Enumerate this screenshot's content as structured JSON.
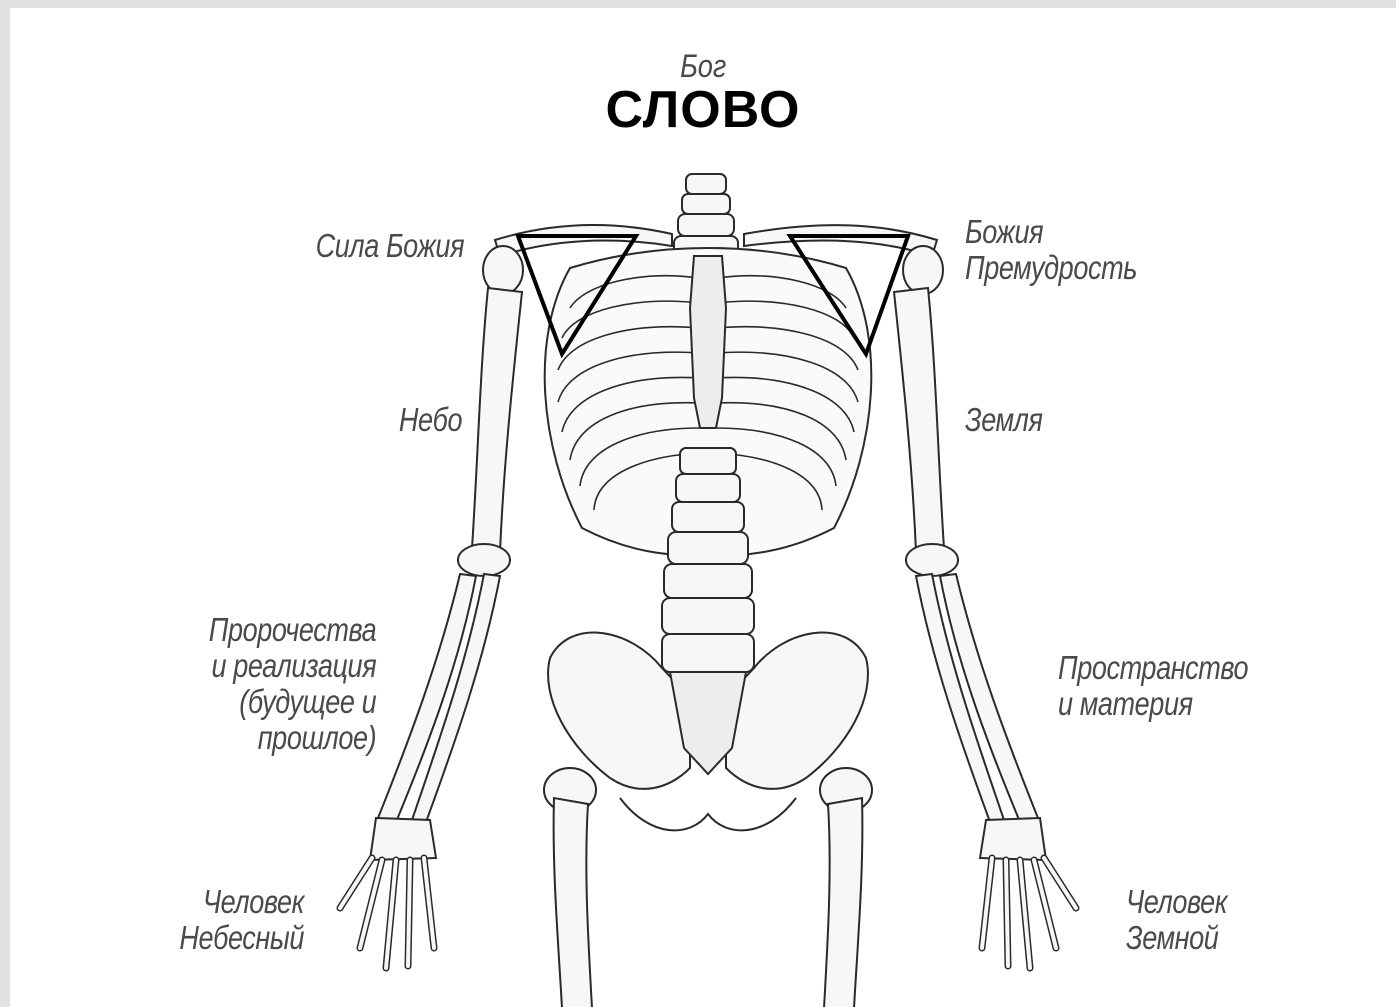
{
  "title": {
    "top": "Бог",
    "main": "СЛОВО"
  },
  "labels": {
    "power_of_god": "Сила Божия",
    "wisdom_of_god": [
      "Божия",
      "Премудрость"
    ],
    "heaven": "Небо",
    "earth": "Земля",
    "prophecy": [
      "Пророчества",
      "и реализация",
      "(будущее и",
      "прошлое)"
    ],
    "space_matter": [
      "Пространство",
      "и материя"
    ],
    "man_heavenly": [
      "Человек",
      "Небесный"
    ],
    "man_earthly": [
      "Человек",
      "Земной"
    ]
  }
}
